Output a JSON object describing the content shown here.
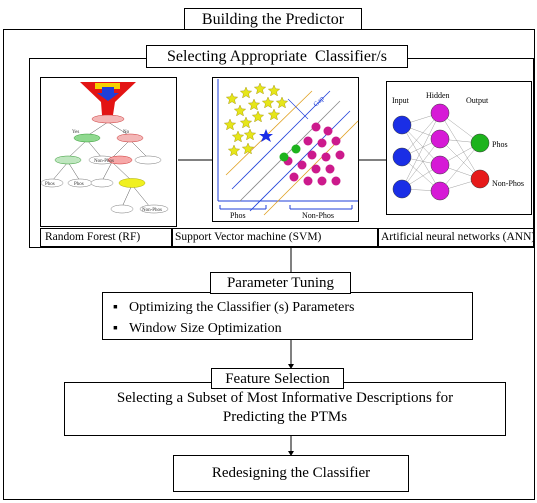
{
  "title": "Building the Predictor",
  "selection_title": "Selecting Appropriate  Classifier/s",
  "classifiers": {
    "rf": {
      "label": "Random Forest (RF)",
      "node_texts": [
        "Yes",
        "No",
        "Non-Phos",
        "Phos"
      ]
    },
    "svm": {
      "label": "Support Vector machine (SVM)",
      "gap": "Gap",
      "phos": "Phos",
      "nonphos": "Non-Phos"
    },
    "ann": {
      "label": "Artificial neural networks (ANN)",
      "input": "Input",
      "hidden": "Hidden",
      "output": "Output",
      "phos": "Phos",
      "nonphos": "Non-Phos"
    }
  },
  "parameter_tuning": {
    "title": "Parameter Tuning",
    "bullets": [
      "Optimizing the Classifier (s) Parameters",
      "Window Size Optimization"
    ]
  },
  "feature_selection": {
    "title": "Feature Selection",
    "body_line1": "Selecting a Subset of Most Informative Descriptions for",
    "body_line2": "Predicting the PTMs"
  },
  "redesign": {
    "title": "Redesigning the Classifier"
  },
  "colors": {
    "outline": "#000000",
    "funnel": "#e31414",
    "arrow": "#1f3fd9",
    "star": "#e6e61a",
    "dot": "#cc1a8c",
    "green": "#1db31d",
    "node_blue": "#1a2ee6",
    "node_pink": "#d61ad6",
    "ann_red": "#e61a1a"
  }
}
